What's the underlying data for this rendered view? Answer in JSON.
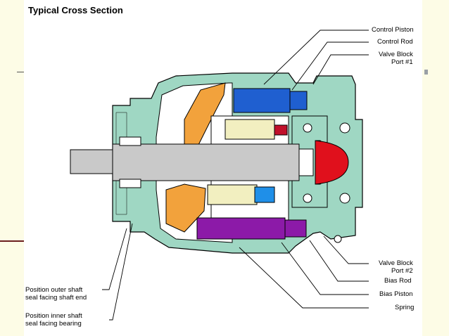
{
  "title": "Typical Cross Section",
  "labels": {
    "control_piston": "Control Piston",
    "control_rod": "Control Rod",
    "valve_block_port1_a": "Valve Block",
    "valve_block_port1_b": "Port #1",
    "valve_block_port2_a": "Valve Block",
    "valve_block_port2_b": "Port #2",
    "bias_rod": "Bias Rod",
    "bias_piston": "Bias Piston",
    "spring": "Spring",
    "outer_seal_a": "Position outer shaft",
    "outer_seal_b": "seal facing shaft end",
    "inner_seal_a": "Position inner shaft",
    "inner_seal_b": "seal facing bearing"
  },
  "colors": {
    "housing": "#9fd7c3",
    "swashplate": "#f2a23c",
    "shaft": "#c9c9c9",
    "control_piston": "#1f5fd0",
    "bias_piston": "#8c1aa8",
    "port": "#e0101c",
    "piston": "#f2efc0"
  }
}
